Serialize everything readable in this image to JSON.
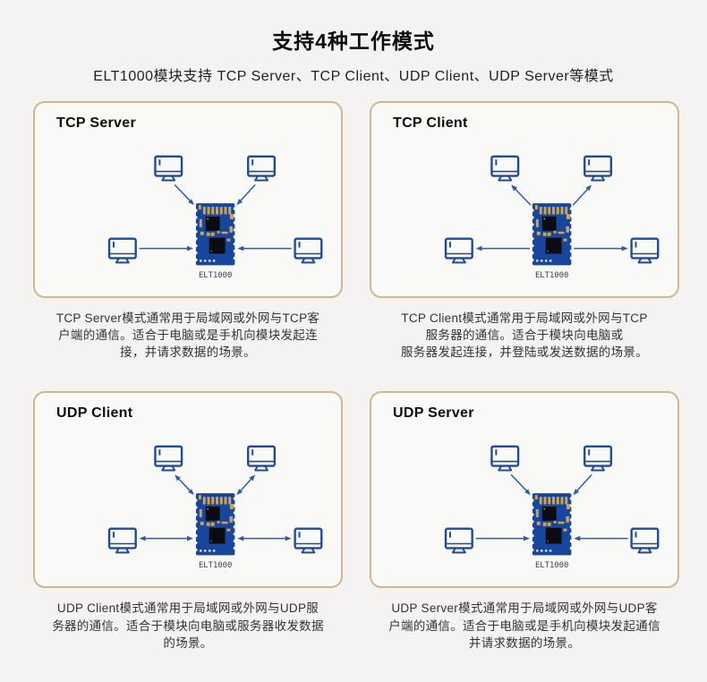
{
  "header": {
    "title": "支持4种工作模式",
    "subtitle": "ELT1000模块支持 TCP Server、TCP Client、UDP Client、UDP Server等模式"
  },
  "colors": {
    "page_bg": "#f4f3f1",
    "panel_bg": "#f9f9f7",
    "panel_border": "#ccb992",
    "device_blue": "#1e4a9c",
    "arrow_blue": "#2e5cab",
    "pcb_blue": "#17469e",
    "pad_gold": "#d2a445",
    "ic_black": "#0b0b10",
    "chip_label_color": "#3a4050"
  },
  "panels": [
    {
      "id": "tcp-server",
      "title": "TCP Server",
      "chip_label": "ELT1000",
      "client_count": 4,
      "client_icon": "computer-monitor-icon",
      "arrow_direction": "in",
      "description": "TCP Server模式通常用于局域网或外网与TCP客\n户端的通信。适合于电脑或是手机向模块发起连\n接，并请求数据的场景。"
    },
    {
      "id": "tcp-client",
      "title": "TCP Client",
      "chip_label": "ELT1000",
      "client_count": 4,
      "client_icon": "computer-monitor-icon",
      "arrow_direction": "out",
      "description": "TCP Client模式通常用于局域网或外网与TCP\n服务器的通信。适合于模块向电脑或\n服务器发起连接，并登陆或发送数据的场景。"
    },
    {
      "id": "udp-client",
      "title": "UDP Client",
      "chip_label": "ELT1000",
      "client_count": 4,
      "client_icon": "computer-monitor-icon",
      "arrow_direction": "both",
      "description": "UDP Client模式通常用于局域网或外网与UDP服\n务器的通信。适合于模块向电脑或服务器收发数据\n的场景。"
    },
    {
      "id": "udp-server",
      "title": "UDP Server",
      "chip_label": "ELT1000",
      "client_count": 4,
      "client_icon": "computer-monitor-icon",
      "arrow_direction": "in",
      "description": "UDP Server模式通常用于局域网或外网与UDP客\n户端的通信。适合于电脑或是手机向模块发起通信\n并请求数据的场景。"
    }
  ]
}
